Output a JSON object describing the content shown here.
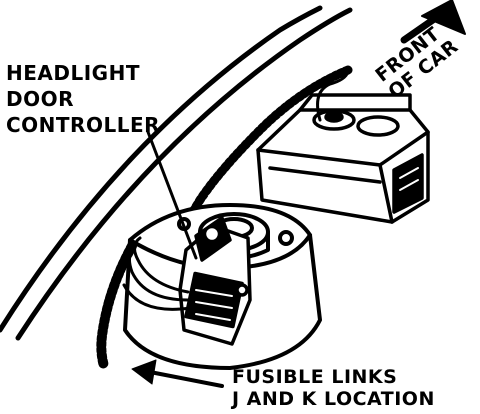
{
  "labels": {
    "headlight_door_controller": [
      "HEADLIGHT",
      "DOOR",
      "CONTROLLER"
    ],
    "front_of_car": [
      "FRONT",
      "OF CAR"
    ],
    "fusible_links": [
      "FUSIBLE LINKS",
      "J AND K LOCATION"
    ]
  },
  "colors": {
    "ink": "#000000",
    "paper": "#ffffff"
  }
}
